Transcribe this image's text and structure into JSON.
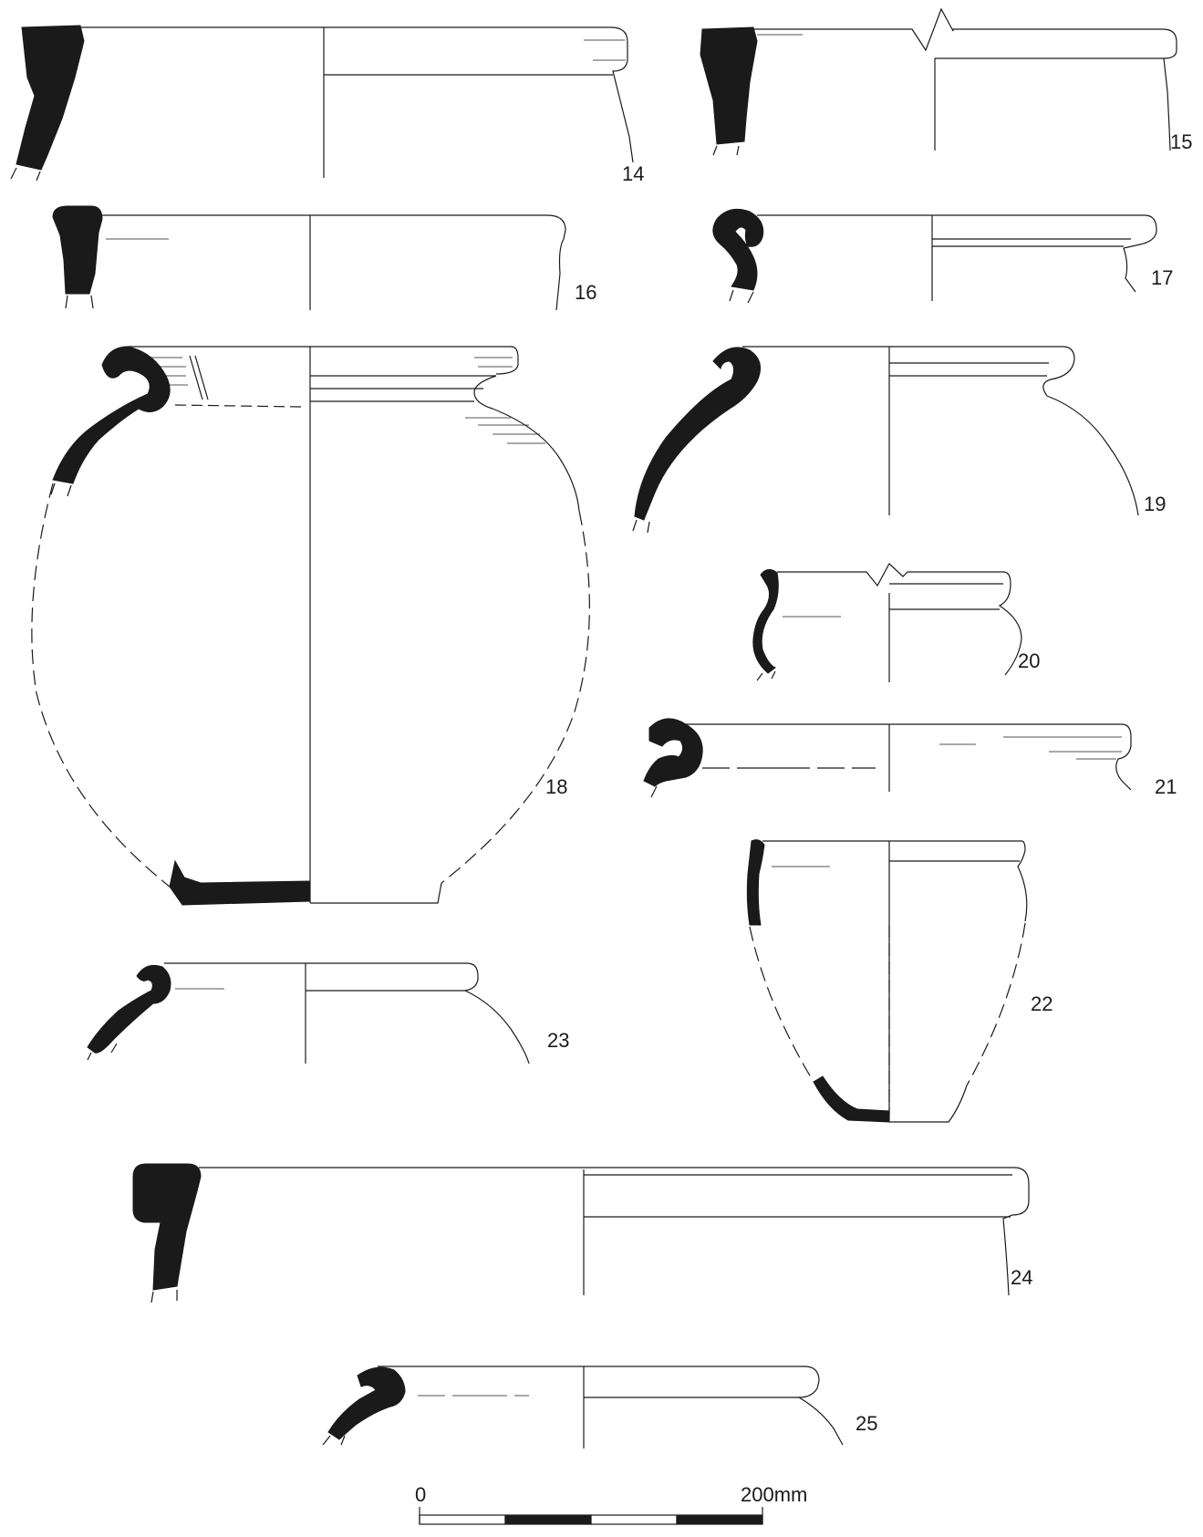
{
  "figure": {
    "vessel_numbers": [
      "14",
      "15",
      "16",
      "17",
      "18",
      "19",
      "20",
      "21",
      "22",
      "23",
      "24",
      "25"
    ]
  },
  "scale_bar": {
    "start_label": "0",
    "end_label": "200mm",
    "segments": 4
  }
}
